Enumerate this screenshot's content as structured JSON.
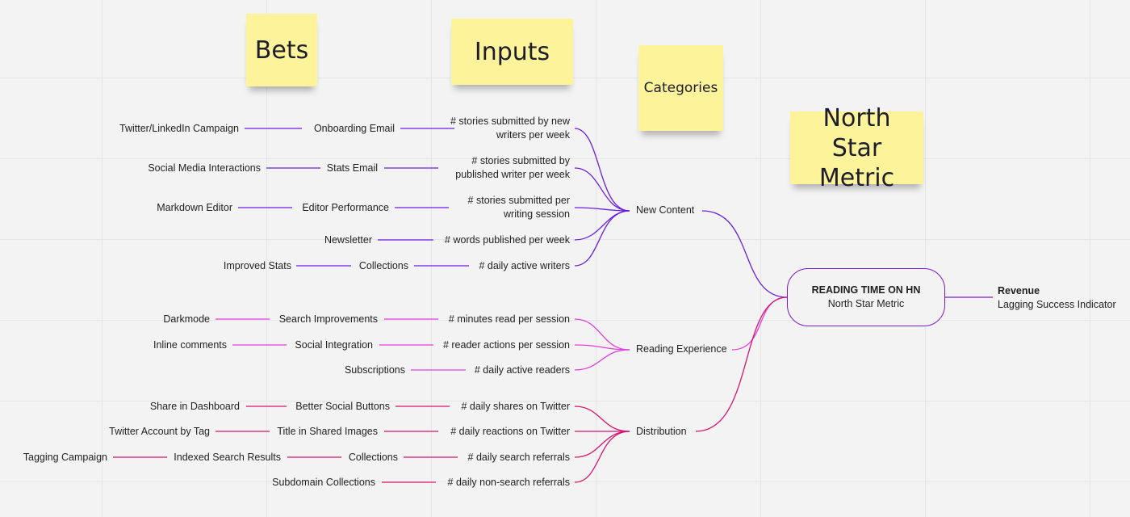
{
  "headers": {
    "bets": "Bets",
    "inputs": "Inputs",
    "categories": "Categories",
    "north_star": "North Star Metric"
  },
  "north_star_metric": {
    "title": "READING TIME ON HN",
    "subtitle": "North Star Metric"
  },
  "revenue": {
    "title": "Revenue",
    "subtitle": "Lagging Success Indicator"
  },
  "categories": {
    "new_content": "New Content",
    "reading_experience": "Reading Experience",
    "distribution": "Distribution"
  },
  "colors": {
    "new_content": "#6a1fe0",
    "reading_experience": "#e23ee0",
    "distribution": "#d5166e",
    "north_star_border": "#7b1ad0",
    "sticky": "#fdf39a"
  },
  "new_content_rows": [
    {
      "input": "# stories submitted by new writers per week",
      "bet": "Onboarding Email",
      "bet2": "Twitter/LinkedIn Campaign"
    },
    {
      "input": "# stories submitted by published writer per week",
      "bet": "Stats Email",
      "bet2": "Social Media Interactions"
    },
    {
      "input": "# stories submitted per writing session",
      "bet": "Editor Performance",
      "bet2": "Markdown Editor"
    },
    {
      "input": "# words published per week",
      "bet": "Newsletter"
    },
    {
      "input": "# daily active writers",
      "bet": "Collections",
      "bet2": "Improved Stats"
    }
  ],
  "reading_rows": [
    {
      "input": "# minutes read per session",
      "bet": "Search Improvements",
      "bet2": "Darkmode"
    },
    {
      "input": "# reader actions per session",
      "bet": "Social Integration",
      "bet2": "Inline comments"
    },
    {
      "input": "# daily active readers",
      "bet": "Subscriptions"
    }
  ],
  "distribution_rows": [
    {
      "input": "# daily shares on Twitter",
      "bet": "Better Social Buttons",
      "bet2": "Share in Dashboard"
    },
    {
      "input": "# daily reactions on Twitter",
      "bet": "Title in Shared Images",
      "bet2": "Twitter Account by Tag"
    },
    {
      "input": "# daily search referrals",
      "bet": "Collections",
      "bet2": "Indexed Search Results",
      "bet3": "Tagging Campaign"
    },
    {
      "input": "# daily non-search referrals",
      "bet": "Subdomain Collections"
    }
  ]
}
